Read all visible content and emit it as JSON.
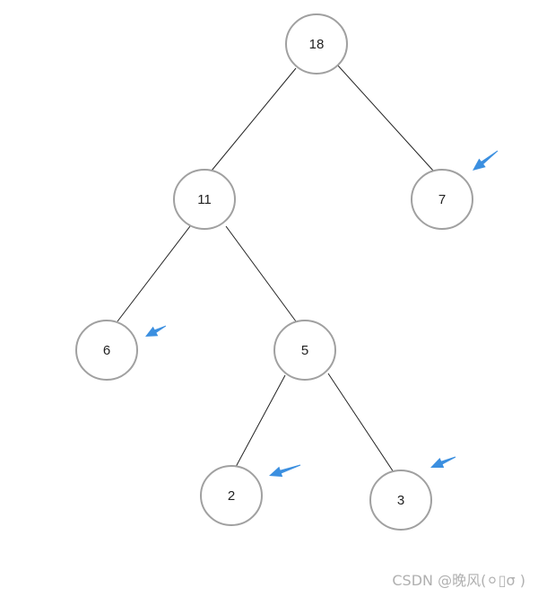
{
  "tree": {
    "nodes": [
      {
        "id": "n18",
        "label": "18"
      },
      {
        "id": "n11",
        "label": "11"
      },
      {
        "id": "n7",
        "label": "7"
      },
      {
        "id": "n6",
        "label": "6"
      },
      {
        "id": "n5",
        "label": "5"
      },
      {
        "id": "n2",
        "label": "2"
      },
      {
        "id": "n3",
        "label": "3"
      }
    ],
    "edges": [
      {
        "from": "n18",
        "to": "n11"
      },
      {
        "from": "n18",
        "to": "n7"
      },
      {
        "from": "n11",
        "to": "n6"
      },
      {
        "from": "n11",
        "to": "n5"
      },
      {
        "from": "n5",
        "to": "n2"
      },
      {
        "from": "n5",
        "to": "n3"
      }
    ],
    "pointed_leaves": [
      "n7",
      "n6",
      "n2",
      "n3"
    ]
  },
  "colors": {
    "node_stroke": "#a0a0a0",
    "edge": "#222222",
    "arrow": "#3b8fe0",
    "watermark": "#b0b0b0"
  },
  "watermark": "CSDN @晚风(⚪▯σ )"
}
